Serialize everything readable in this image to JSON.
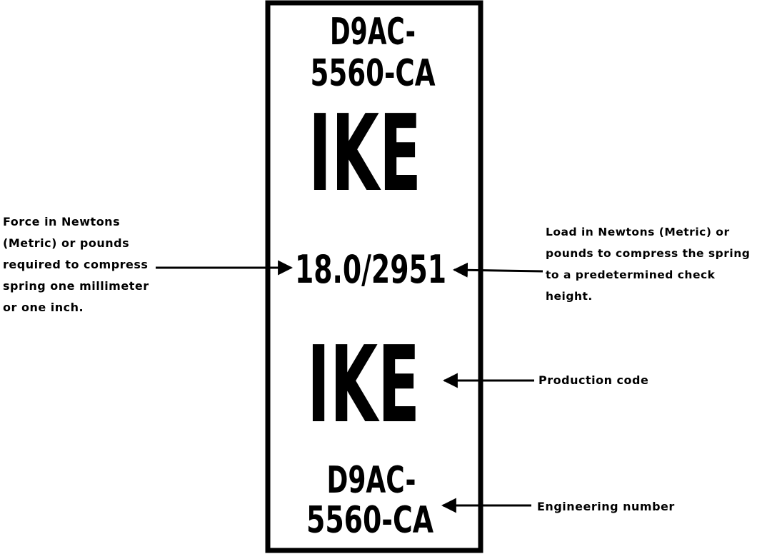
{
  "tag": {
    "top_engineering_number": [
      "D9AC-",
      "5560-CA"
    ],
    "top_production_code": "IKE",
    "rate_and_load": "18.0/2951",
    "bottom_production_code": "IKE",
    "bottom_engineering_number": [
      "D9AC-",
      "5560-CA"
    ]
  },
  "callouts": {
    "force": [
      "Force in Newtons",
      "(Metric) or pounds",
      "required to compress",
      "spring one millimeter",
      "or one inch."
    ],
    "load": [
      "Load in Newtons (Metric) or",
      "pounds to compress the spring",
      "to a predetermined check",
      "height."
    ],
    "production_code": "Production code",
    "engineering_number": "Engineering number"
  },
  "colors": {
    "ink": "#000000",
    "paper": "#ffffff"
  }
}
